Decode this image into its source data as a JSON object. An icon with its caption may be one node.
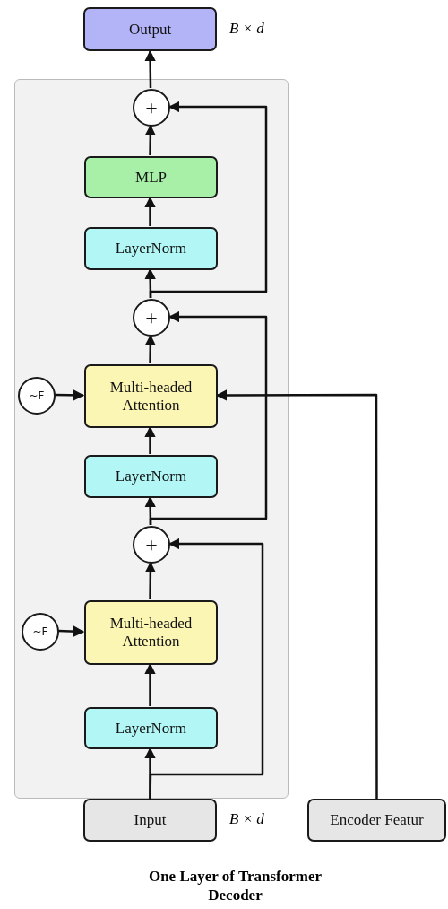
{
  "diagram": {
    "caption": "One Layer of Transformer Decoder",
    "nodes": [
      {
        "text": [
          "Output"
        ],
        "beside": [
          "B × d"
        ]
      },
      {
        "text": [],
        "shape": "box"
      },
      {
        "text": [
          "+"
        ],
        "in": 1
      },
      {
        "text": [
          "MLP"
        ],
        "in": 1
      },
      {
        "text": [
          "LayerNorm"
        ],
        "in": 1
      },
      {
        "text": [
          "+"
        ],
        "in": 1
      },
      {
        "text": [
          "~F"
        ],
        "in": 1
      },
      {
        "text": [
          "Multi-headed Attention"
        ],
        "in": 1
      },
      {
        "text": [
          "LayerNorm"
        ],
        "in": 1
      },
      {
        "text": [
          "+"
        ],
        "in": 1
      },
      {
        "text": [
          "~F"
        ],
        "in": 1
      },
      {
        "text": [
          "Multi-headed Attention"
        ],
        "in": 1
      },
      {
        "text": [
          "LayerNorm"
        ],
        "in": 1
      },
      {
        "text": [
          "Input"
        ],
        "beside": [
          "B × d"
        ]
      },
      {
        "text": [
          "Encoder Featur"
        ]
      }
    ],
    "edges": [
      {
        "from": 2,
        "to": 0,
        "arrow": "to"
      },
      {
        "from": 3,
        "to": 2,
        "arrow": "to"
      },
      {
        "from": 4,
        "to": 3,
        "arrow": "to"
      },
      {
        "from": 5,
        "to": 4,
        "arrow": "to"
      },
      {
        "from": 5,
        "to": 2,
        "arrow": "to"
      },
      {
        "from": 7,
        "to": 5,
        "arrow": "to"
      },
      {
        "from": 8,
        "to": 7,
        "arrow": "to"
      },
      {
        "from": 9,
        "to": 8,
        "arrow": "to"
      },
      {
        "from": 9,
        "to": 5,
        "arrow": "to"
      },
      {
        "from": 6,
        "to": 7,
        "arrow": "to"
      },
      {
        "from": 14,
        "to": 7,
        "arrow": "to"
      },
      {
        "from": 11,
        "to": 9,
        "arrow": "to"
      },
      {
        "from": 12,
        "to": 11,
        "arrow": "to"
      },
      {
        "from": 13,
        "to": 12,
        "arrow": "to"
      },
      {
        "from": 13,
        "to": 9,
        "arrow": "to"
      },
      {
        "from": 10,
        "to": 11,
        "arrow": "to"
      }
    ]
  }
}
